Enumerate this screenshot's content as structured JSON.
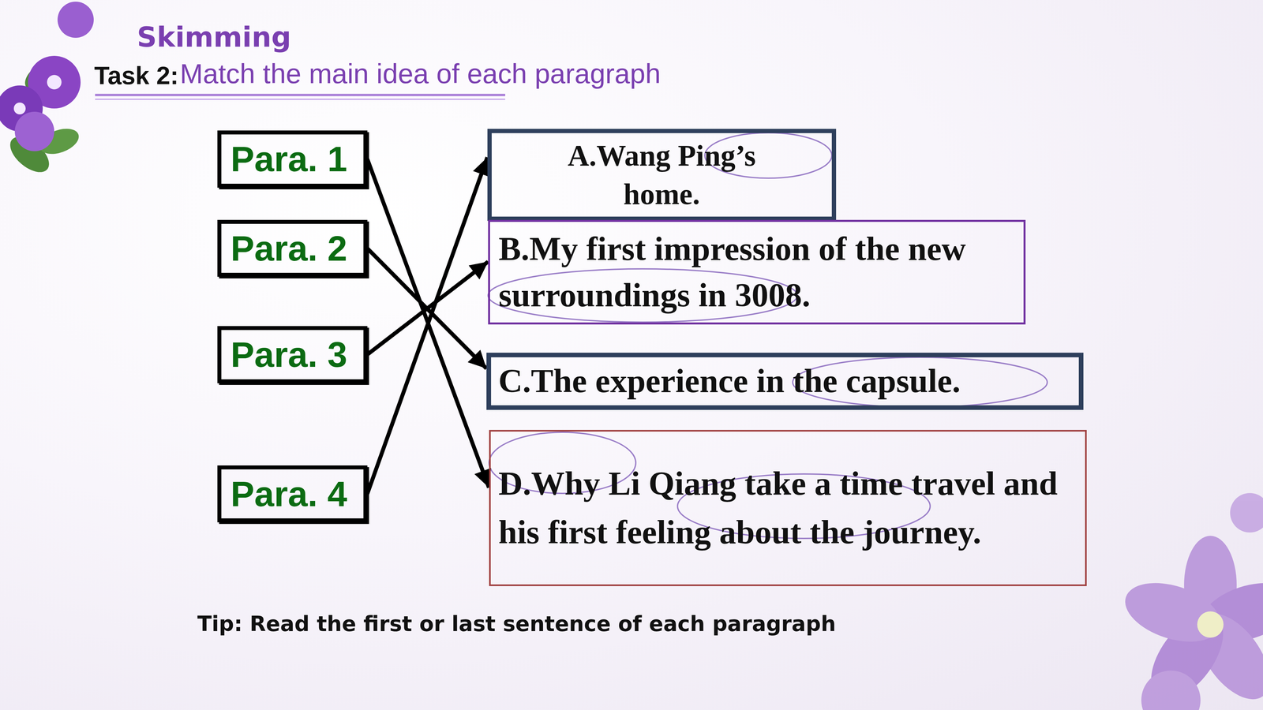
{
  "diagram": {
    "title": "Skimming",
    "nodes": [
      {
        "text": [
          "Para. 1"
        ]
      },
      {
        "text": [
          "Para. 2"
        ]
      },
      {
        "text": [
          "Para. 3"
        ]
      },
      {
        "text": [
          "Para. 4"
        ]
      },
      {
        "text": [
          "A.Wang Ping’s home."
        ]
      },
      {
        "text": [
          "B.My first impression of the new surroundings in 3008."
        ]
      },
      {
        "text": [
          "C.The experience in the capsule."
        ]
      },
      {
        "text": [
          "D.Why Li Qiang take a time travel and his first feeling about the journey."
        ]
      }
    ],
    "edges": [
      {
        "from": 0,
        "to": 7,
        "arrow": "to"
      },
      {
        "from": 1,
        "to": 6,
        "arrow": "to"
      },
      {
        "from": 2,
        "to": 5,
        "arrow": "to"
      },
      {
        "from": 3,
        "to": 4,
        "arrow": "to"
      }
    ],
    "labels": [
      "Task 2:",
      "Match the main idea of each paragraph",
      "Tip: Read the first or last sentence of each paragraph"
    ]
  }
}
